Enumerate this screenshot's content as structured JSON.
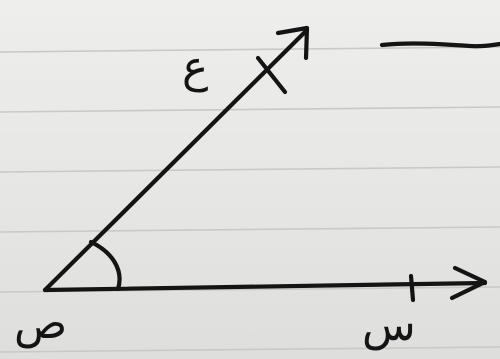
{
  "diagram": {
    "labels": {
      "upper_ray": "ع",
      "vertex": "ص",
      "lower_ray": "س"
    }
  }
}
